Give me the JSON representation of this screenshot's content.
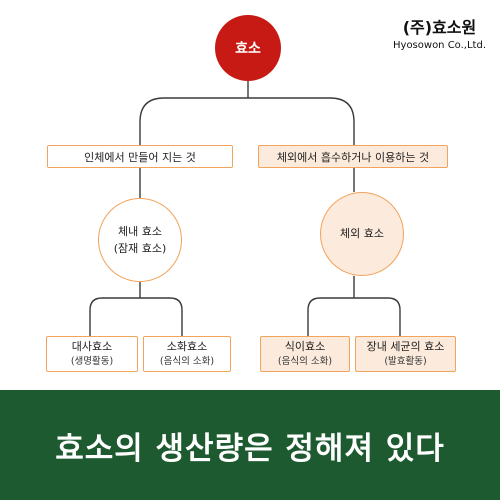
{
  "brand": {
    "name_ko": "(주)효소원",
    "name_en": "Hyosowon Co.,Ltd."
  },
  "diagram": {
    "root": "효소",
    "branches": [
      {
        "label": "인체에서 만들어 지는 것",
        "node_line1": "체내 효소",
        "node_line2": "(잠재 효소)",
        "children": [
          {
            "title": "대사효소",
            "sub": "(생명활동)"
          },
          {
            "title": "소화효소",
            "sub": "(음식의 소화)"
          }
        ]
      },
      {
        "label": "체외에서 흡수하거나 이용하는 것",
        "node_line1": "체외 효소",
        "children": [
          {
            "title": "식이효소",
            "sub": "(음식의 소화)"
          },
          {
            "title": "장내 세균의 효소",
            "sub": "(발효활동)"
          }
        ]
      }
    ]
  },
  "colors": {
    "root_fill": "#c81a14",
    "accent_border": "#f2a35c",
    "tint": "#fcebdc",
    "connector": "#3a3a3a",
    "banner": "#1e5a2f"
  },
  "banner": {
    "text": "효소의 생산량은 정해져 있다"
  }
}
